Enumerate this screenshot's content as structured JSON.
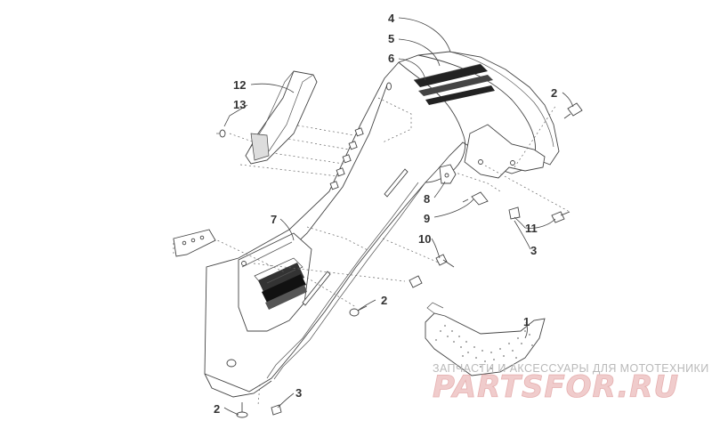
{
  "callouts": {
    "c1": "1",
    "c2a": "2",
    "c2b": "2",
    "c2c": "2",
    "c3a": "3",
    "c3b": "3",
    "c4": "4",
    "c5": "5",
    "c6": "6",
    "c7": "7",
    "c8": "8",
    "c9": "9",
    "c10": "10",
    "c11": "11",
    "c12": "12",
    "c13": "13"
  },
  "watermark": {
    "tagline": "ЗАПЧАСТИ И АКСЕССУАРЫ ДЛЯ МОТОТЕХНИКИ",
    "brand": "PARTSFOR.RU"
  },
  "colors": {
    "line": "#444444",
    "watermark_brand": "#f0cccc",
    "watermark_text": "#b9b9b9"
  }
}
